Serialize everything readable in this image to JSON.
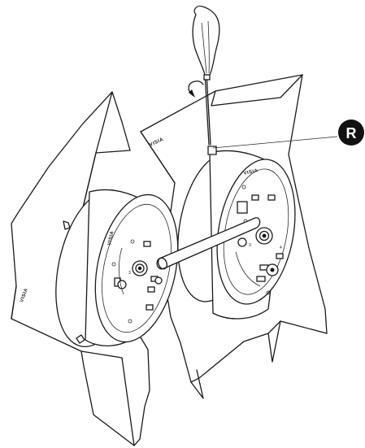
{
  "callout": {
    "letter": "R",
    "color": "#111111"
  },
  "brand_labels": [
    "VISIA",
    "VISIA",
    "VISIA",
    "VISIA"
  ],
  "icons": [
    "screwdriver-icon",
    "rotation-arrow-icon"
  ],
  "part_marks": {
    "mark_a": "3",
    "mark_b": "3",
    "mark_c": "4"
  }
}
